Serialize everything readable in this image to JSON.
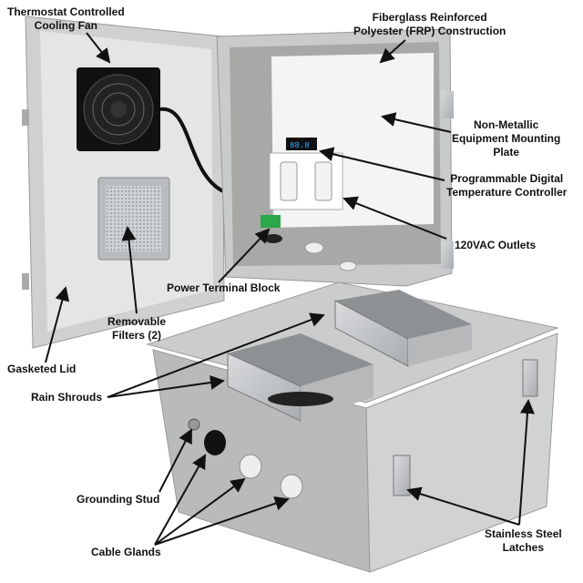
{
  "labels": {
    "cooling_fan": [
      "Thermostat Controlled",
      "Cooling Fan"
    ],
    "frp": [
      "Fiberglass Reinforced",
      "Polyester (FRP) Construction"
    ],
    "mounting_plate": [
      "Non-Metallic",
      "Equipment Mounting",
      "Plate"
    ],
    "temp_controller": [
      "Programmable Digital",
      "Temperature Controller"
    ],
    "outlets": "120VAC Outlets",
    "terminal_block": "Power Terminal Block",
    "filters": [
      "Removable",
      "Filters (2)"
    ],
    "gasketed_lid": "Gasketed Lid",
    "rain_shrouds": "Rain Shrouds",
    "grounding_stud": "Grounding Stud",
    "cable_glands": "Cable Glands",
    "latches": [
      "Stainless Steel",
      "Latches"
    ]
  }
}
